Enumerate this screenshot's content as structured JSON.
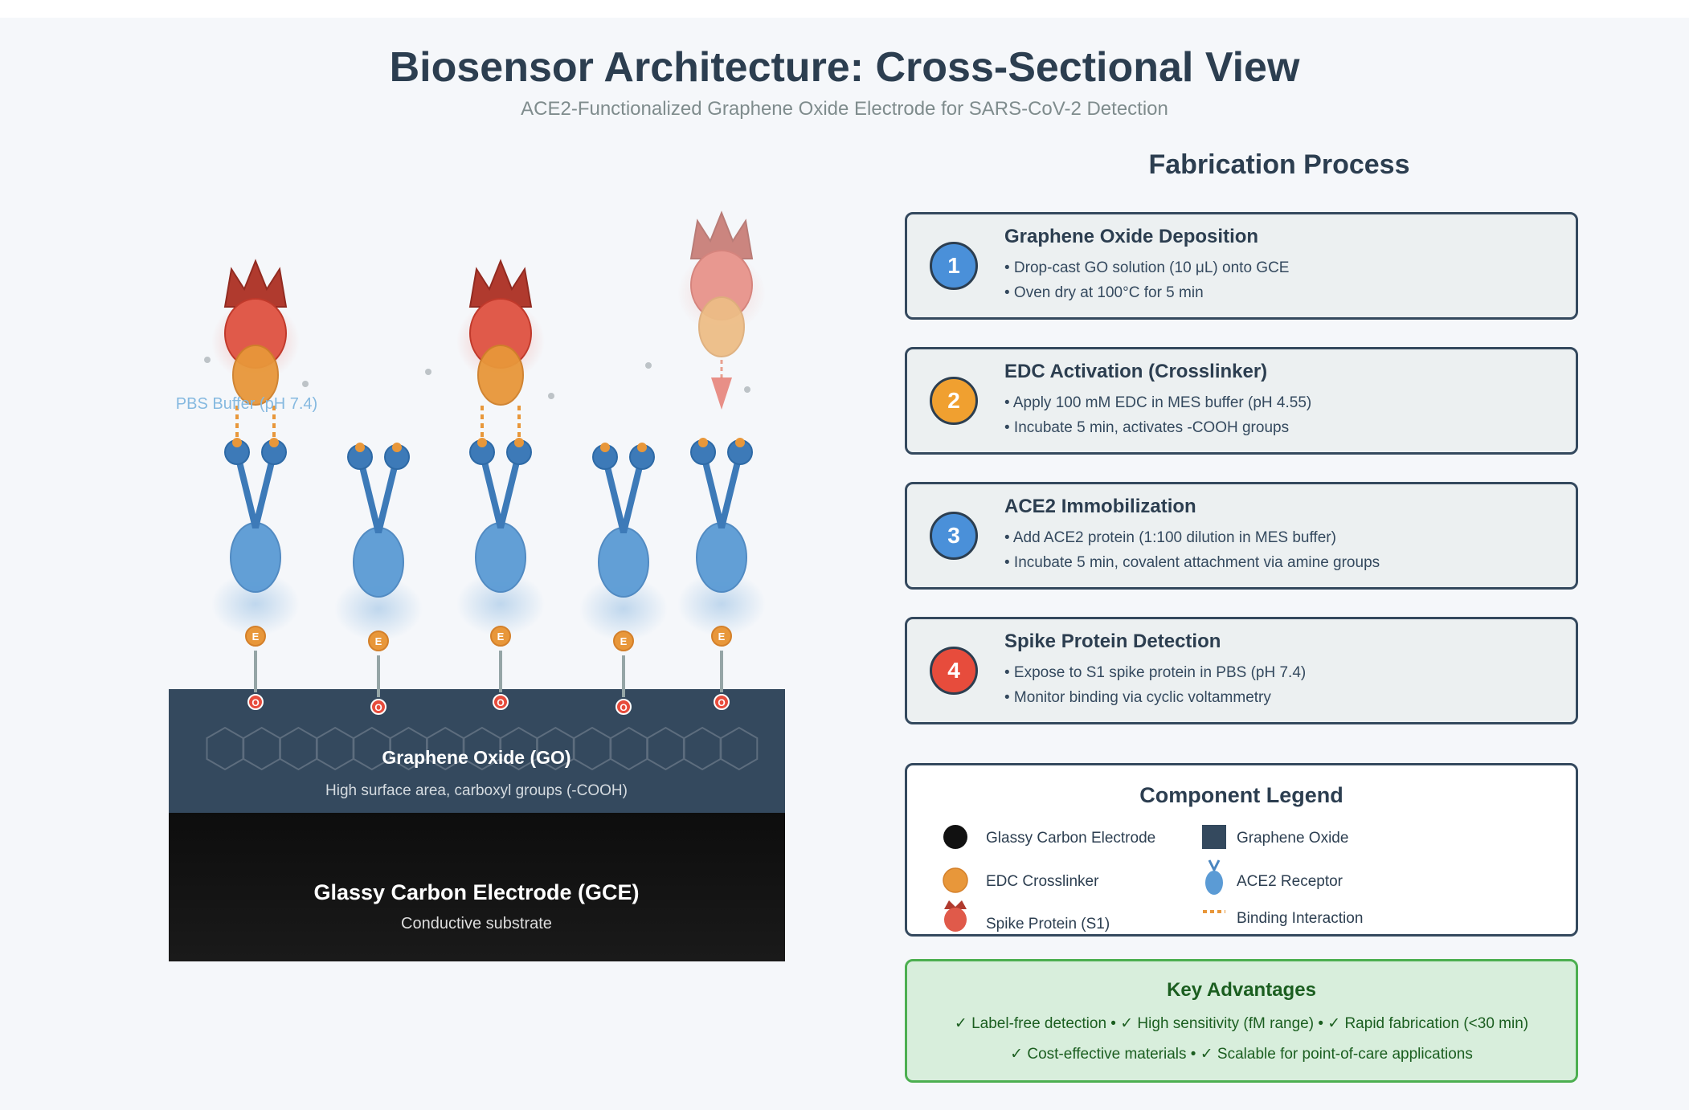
{
  "title": "Biosensor Architecture: Cross-Sectional View",
  "subtitle": "ACE2-Functionalized Graphene Oxide Electrode for SARS-CoV-2 Detection",
  "diagram": {
    "buffer_label": "PBS Buffer (pH 7.4)",
    "go_layer": {
      "title": "Graphene Oxide (GO)",
      "subtitle": "High surface area, carboxyl groups (-COOH)"
    },
    "gce_layer": {
      "title": "Glassy Carbon Electrode (GCE)",
      "subtitle": "Conductive substrate"
    },
    "edc_marker": "E",
    "oxygen_marker": "O",
    "receptor_count": 5,
    "bound_receptors": [
      1,
      3
    ],
    "approaching_receptor": 5
  },
  "fabrication": {
    "title": "Fabrication Process",
    "steps": [
      {
        "num": "1",
        "color": "#4a90d9",
        "title": "Graphene Oxide Deposition",
        "lines": [
          "• Drop-cast GO solution (10 μL) onto GCE",
          "• Oven dry at 100°C for 5 min"
        ]
      },
      {
        "num": "2",
        "color": "#f0a030",
        "title": "EDC Activation (Crosslinker)",
        "lines": [
          "• Apply 100 mM EDC in MES buffer (pH 4.55)",
          "• Incubate 5 min, activates -COOH groups"
        ]
      },
      {
        "num": "3",
        "color": "#4a90d9",
        "title": "ACE2 Immobilization",
        "lines": [
          "• Add ACE2 protein (1:100 dilution in MES buffer)",
          "• Incubate 5 min, covalent attachment via amine groups"
        ]
      },
      {
        "num": "4",
        "color": "#e74c3c",
        "title": "Spike Protein Detection",
        "lines": [
          "• Expose to S1 spike protein in PBS (pH 7.4)",
          "• Monitor binding via cyclic voltammetry"
        ]
      }
    ]
  },
  "legend": {
    "title": "Component Legend",
    "items": [
      {
        "label": "Glassy Carbon Electrode",
        "icon": "black-circle-icon"
      },
      {
        "label": "Graphene Oxide",
        "icon": "dark-square-icon"
      },
      {
        "label": "EDC Crosslinker",
        "icon": "orange-circle-icon"
      },
      {
        "label": "ACE2 Receptor",
        "icon": "ace2-receptor-icon"
      },
      {
        "label": "Spike Protein (S1)",
        "icon": "spike-protein-icon"
      },
      {
        "label": "Binding Interaction",
        "icon": "dashed-line-icon"
      }
    ]
  },
  "advantages": {
    "title": "Key Advantages",
    "line1": "✓ Label-free detection • ✓ High sensitivity (fM range) • ✓ Rapid fabrication (<30 min)",
    "line2": "✓ Cost-effective materials • ✓ Scalable for point-of-care applications"
  },
  "colors": {
    "title": "#2c3e50",
    "gce": "#111111",
    "go": "#34495e",
    "ace2": "#5b9bd5",
    "edc": "#e8973a",
    "spike": "#e05a4a",
    "advantage_border": "#4caf50"
  }
}
